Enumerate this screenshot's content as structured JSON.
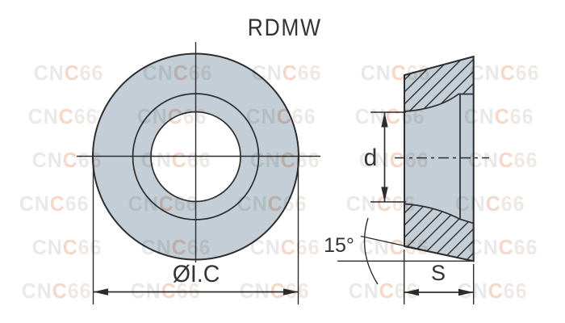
{
  "title": "RDMW",
  "front_view": {
    "description": "round insert face with mounting hole",
    "diameter_label": "ØI.C"
  },
  "side_view": {
    "description": "insert cross-section with countersunk hole",
    "hole_diameter_label": "d",
    "clearance_angle_label": "15°",
    "thickness_label": "S"
  },
  "watermark": {
    "text": "CNC66",
    "part1": "CN",
    "part2": "C",
    "part3": "66"
  },
  "colors": {
    "insert_fill": "#c3ced6",
    "insert_line": "#2d2d2d",
    "label_text": "#333333",
    "watermark_gray": "#e9e9e9",
    "watermark_accent": "#f5d8c8",
    "watermark_gray2": "#efe9e6"
  }
}
